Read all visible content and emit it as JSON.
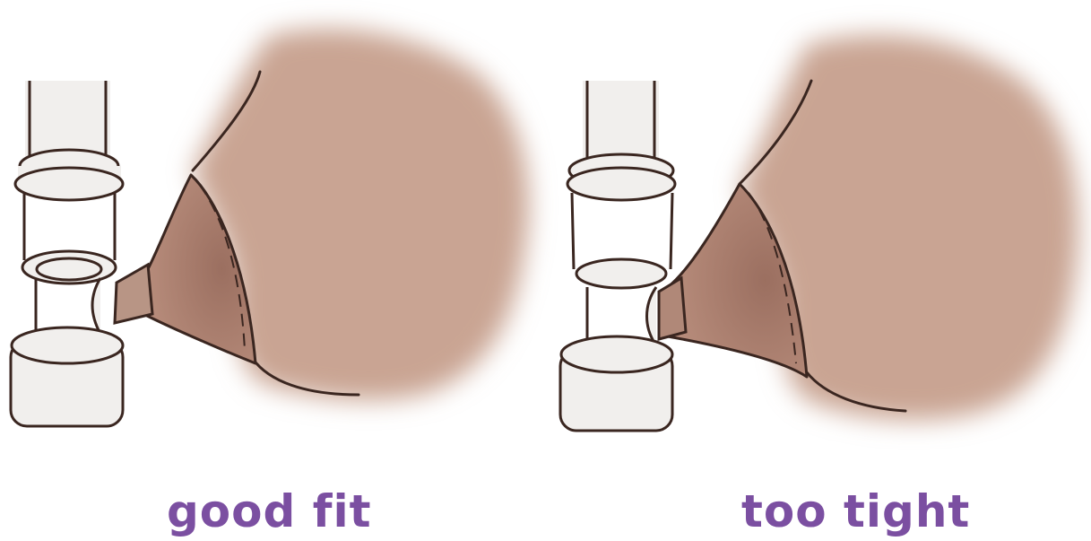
{
  "panels": [
    {
      "id": "good",
      "caption": "good fit"
    },
    {
      "id": "tight",
      "caption": "too tight"
    }
  ],
  "colors": {
    "skin": "#c9a493",
    "skin_shadow": "#a8796a",
    "ink": "#3a2620",
    "caption": "#7b4fa1",
    "plastic": "#f1efed"
  }
}
